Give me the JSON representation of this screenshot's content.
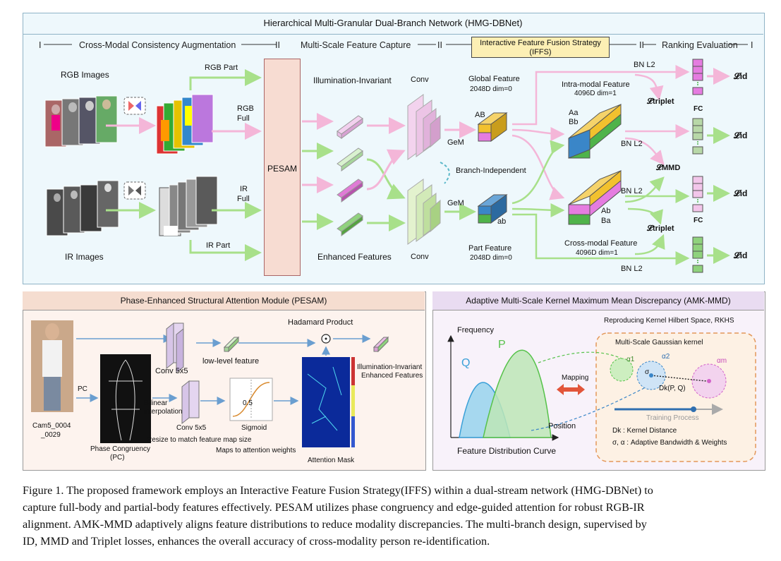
{
  "title": "Hierarchical Multi-Granular Dual-Branch Network (HMG-DBNet)",
  "stages": {
    "s1": "Cross-Modal Consistency Augmentation",
    "s2": "Multi-Scale Feature Capture",
    "s3_line1": "Interactive Feature Fusion Strategy",
    "s3_line2": "(IFFS)",
    "s4": "Ranking Evaluation",
    "sep1": "I",
    "sep2": "II",
    "sep3": "II",
    "sep4": "II",
    "sep5": "I"
  },
  "top": {
    "rgb_images": "RGB Images",
    "ir_images": "IR Images",
    "rgb_part": "RGB Part",
    "rgb_full_1": "RGB",
    "rgb_full_2": "Full",
    "ir_full_1": "IR",
    "ir_full_2": "Full",
    "ir_part": "IR Part",
    "pesam": "PESAM",
    "illum_invariant": "Illumination-Invariant",
    "enhanced_features": "Enhanced Features",
    "conv_top": "Conv",
    "conv_bottom": "Conv",
    "branch_independent": "Branch-Independent",
    "global_feature": "Global Feature",
    "global_dim": "2048D dim=0",
    "part_feature": "Part Feature",
    "part_dim": "2048D dim=0",
    "gem_top": "GeM",
    "gem_bottom": "GeM",
    "ab_upper": "AB",
    "ab_lower": "ab",
    "intra_modal": "Intra-modal Feature",
    "intra_dim": "4096D dim=1",
    "cross_modal": "Cross-modal Feature",
    "cross_dim": "4096D dim=1",
    "aa": "Aa",
    "bb": "Bb",
    "ab2": "Ab",
    "ba": "Ba",
    "bn_l2_1": "BN L2",
    "bn_l2_2": "BN L2",
    "bn_l2_3": "BN L2",
    "bn_l2_4": "BN L2",
    "triplet_1": "𝓛triplet",
    "triplet_2": "𝓛triplet",
    "mmd": "𝓛MMD",
    "fc_1": "FC",
    "fc_2": "FC",
    "lid_1": "𝓛id",
    "lid_2": "𝓛id",
    "lid_3": "𝓛id",
    "lid_4": "𝓛id"
  },
  "pesam_panel": {
    "title": "Phase-Enhanced Structural Attention Module (PESAM)",
    "cam_1": "Cam5_0004",
    "cam_2": "_0029",
    "pc": "PC",
    "phase_1": "Phase Congruency",
    "phase_2": "(PC)",
    "conv_a": "Conv 5x5",
    "conv_b": "Conv 5x5",
    "low_level": "low-level feature",
    "hadamard": "Hadamard Product",
    "bilinear_1": "Bilinear",
    "bilinear_2": "interpolation",
    "sigmoid": "Sigmoid",
    "resize": "Resize to match feature map size",
    "maps": "Maps to attention weights",
    "attention_mask": "Attention Mask",
    "out_1": "Illumination-Invariant",
    "out_2": "Enhanced Features",
    "sig_tick": "0.5"
  },
  "amk_panel": {
    "title": "Adaptive Multi-Scale Kernel Maximum Mean Discrepancy (AMK-MMD)",
    "frequency": "Frequency",
    "position": "Position",
    "feature_curve": "Feature Distribution Curve",
    "q": "Q",
    "p": "P",
    "mapping": "Mapping",
    "rkhs": "Reproducing Kernel Hilbert Space, RKHS",
    "gaussian": "Multi-Scale Gaussian kernel",
    "alpha1": "α1",
    "alpha2": "α2",
    "alpham": "αm",
    "sigma": "σ",
    "dk": "Dk(P, Q)",
    "training": "Training Process",
    "dk_legend": "Dk : Kernel Distance",
    "sigma_legend": "σ, α : Adaptive Bandwidth & Weights"
  },
  "caption": {
    "line1": "Figure 1. The proposed framework employs an Interactive Feature Fusion Strategy(IFFS) within a dual-stream network (HMG-DBNet) to",
    "line2": "capture full-body and partial-body features effectively. PESAM utilizes phase congruency and edge-guided attention for robust RGB-IR",
    "line3": "alignment. AMK-MMD adaptively aligns feature distributions to reduce modality discrepancies. The multi-branch design, supervised by",
    "line4": "ID, MMD and Triplet losses, enhances the overall accuracy of cross-modality person re-identification."
  },
  "colors": {
    "pink_arrow": "#f4b6d8",
    "green_arrow": "#a8e08a",
    "yellow": "#f2c12e",
    "magenta": "#e57ce0",
    "blue": "#3a86c8",
    "green": "#4fb34a",
    "q_curve": "#3aa0d8",
    "p_curve": "#56c24a",
    "mapping_arrow": "#e2553a"
  }
}
